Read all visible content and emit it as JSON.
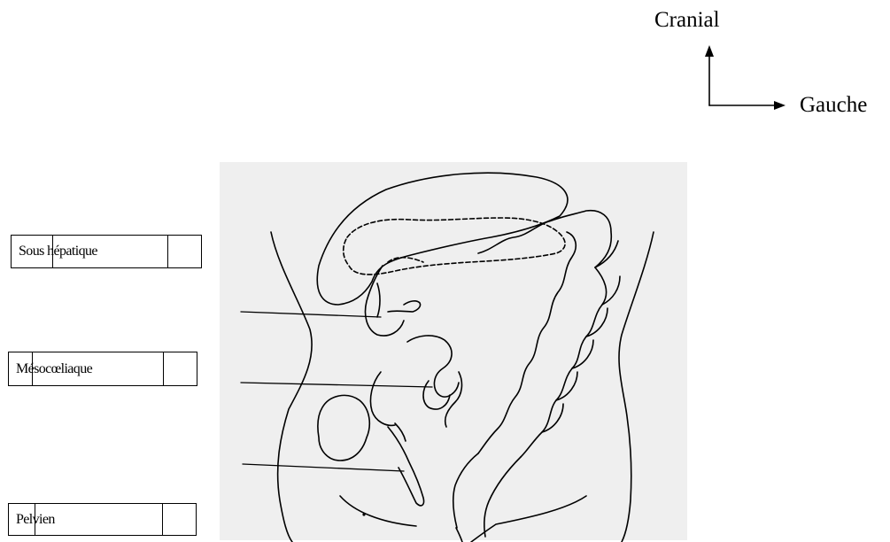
{
  "orientation": {
    "cranial_label": "Cranial",
    "left_label": "Gauche"
  },
  "labels": [
    {
      "id": "sous",
      "text": "Sous hépatique"
    },
    {
      "id": "meso",
      "text": "Mésocœliaque"
    },
    {
      "id": "pelv",
      "text": "Pelvien"
    }
  ],
  "colors": {
    "panel_background": "#efefef",
    "ink": "#000000"
  }
}
